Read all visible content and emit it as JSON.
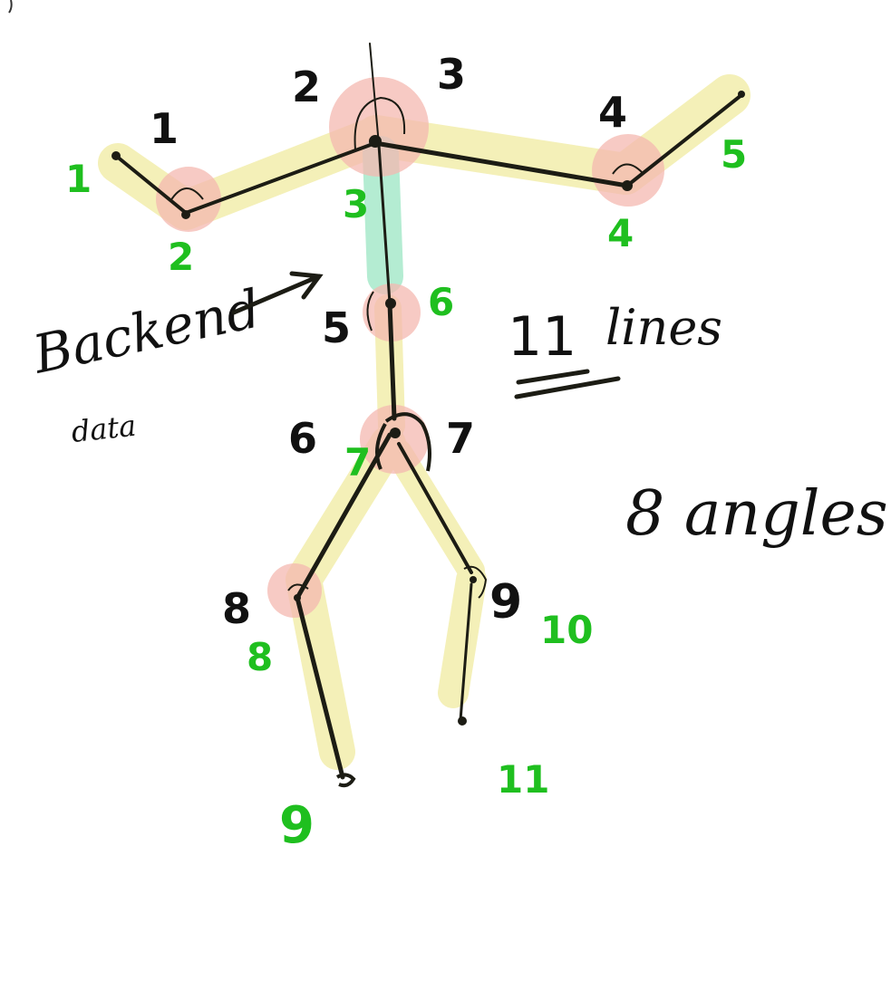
{
  "colors": {
    "ink": "#1c1c14",
    "green": "#1fbf1f",
    "highlight_yellow": "#f4f0b8",
    "highlight_red": "#f4b8b0",
    "highlight_teal": "#b4ecd2"
  },
  "skeleton": {
    "angle_labels": [
      "1",
      "2",
      "3",
      "4",
      "5",
      "6",
      "7",
      "8",
      "9"
    ],
    "line_labels": [
      "1",
      "2",
      "3",
      "4",
      "5",
      "6",
      "7",
      "8",
      "9",
      "10",
      "11"
    ]
  },
  "notes": {
    "backend": "Backend",
    "backend_sub": "data",
    "lines_count": "11",
    "lines_word": "lines",
    "angles": "8 angles"
  }
}
